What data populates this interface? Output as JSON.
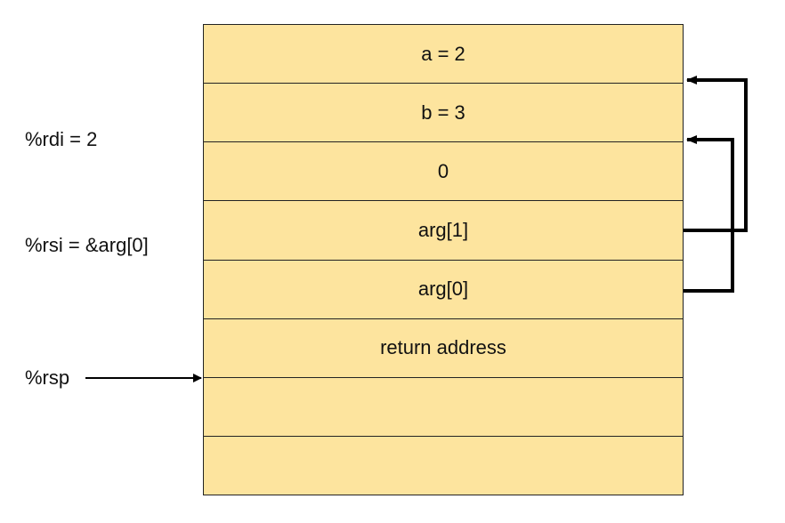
{
  "stack_cells": [
    "a = 2",
    "b = 3",
    "0",
    "arg[1]",
    "arg[0]",
    "return address",
    "",
    ""
  ],
  "registers": {
    "rdi": "%rdi = 2",
    "rsi": "%rsi = &arg[0]",
    "rsp": "%rsp"
  },
  "colors": {
    "cell_fill": "#fde49e",
    "line": "#000000"
  }
}
